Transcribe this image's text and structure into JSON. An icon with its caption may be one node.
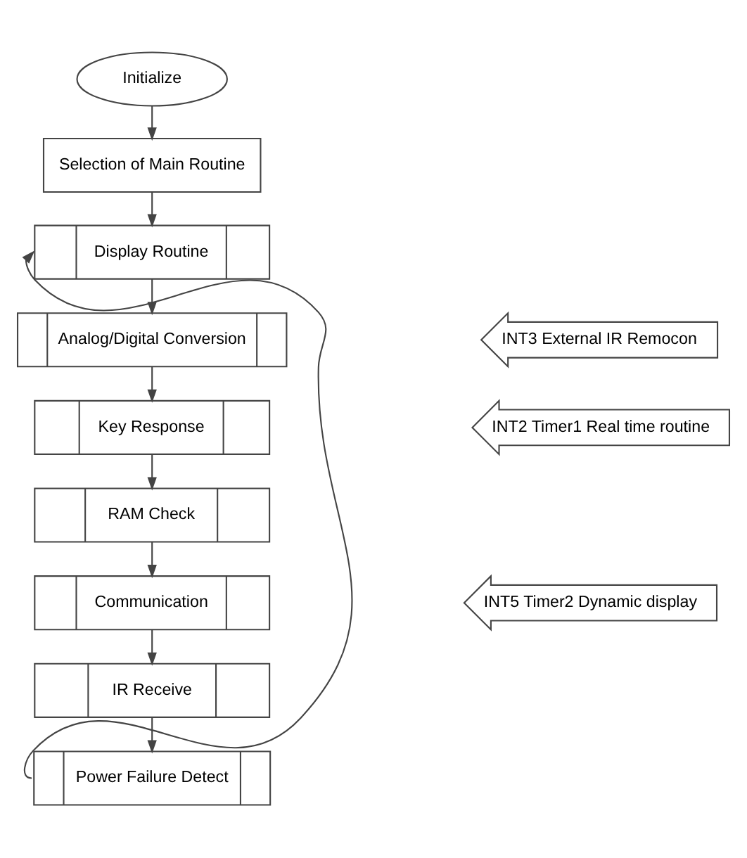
{
  "diagram": {
    "nodes": [
      {
        "text": [
          "Initialize"
        ]
      },
      {
        "text": [
          "Selection of Main Routine"
        ]
      },
      {
        "text": [
          "Display Routine"
        ]
      },
      {
        "text": [
          "Analog/Digital Conversion"
        ]
      },
      {
        "text": [
          "Key Response"
        ]
      },
      {
        "text": [
          "RAM Check"
        ]
      },
      {
        "text": [
          "Communication"
        ]
      },
      {
        "text": [
          "IR Receive"
        ]
      },
      {
        "text": [
          "Power Failure Detect"
        ]
      },
      {
        "text": [
          "INT3 External IR Remocon"
        ]
      },
      {
        "text": [
          "INT2 Timer1 Real time routine"
        ]
      },
      {
        "text": [
          "INT5 Timer2 Dynamic display"
        ]
      }
    ],
    "edges": [
      {
        "from": 0,
        "to": 1,
        "arrow": "to"
      },
      {
        "from": 1,
        "to": 2,
        "arrow": "to"
      },
      {
        "from": 2,
        "to": 3,
        "arrow": "to"
      },
      {
        "from": 3,
        "to": 4,
        "arrow": "to"
      },
      {
        "from": 4,
        "to": 5,
        "arrow": "to"
      },
      {
        "from": 5,
        "to": 6,
        "arrow": "to"
      },
      {
        "from": 6,
        "to": 7,
        "arrow": "to"
      },
      {
        "from": 7,
        "to": 8,
        "arrow": "to"
      },
      {
        "from": 8,
        "to": 2,
        "arrow": "to"
      }
    ]
  }
}
